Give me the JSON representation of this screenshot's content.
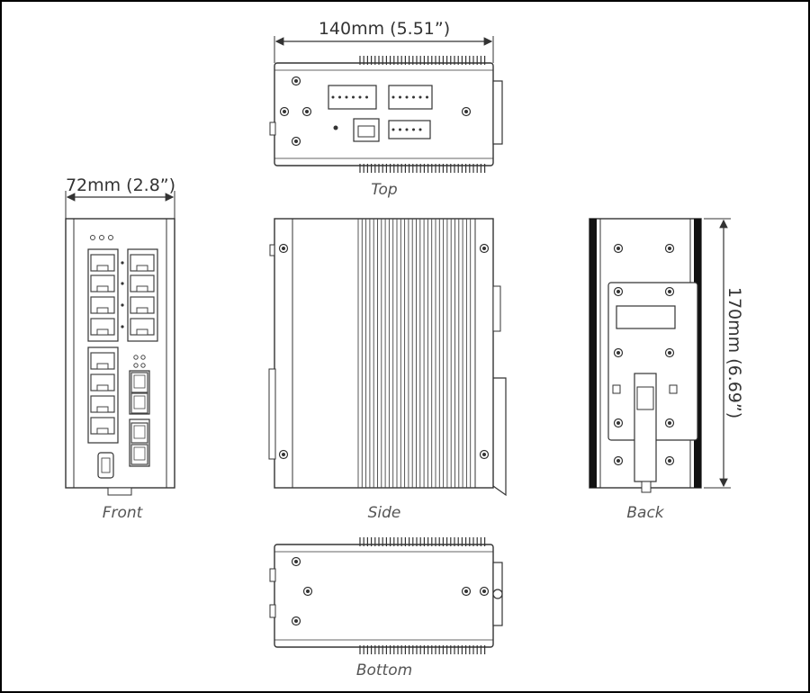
{
  "dimensions": {
    "width": "140mm (5.51”)",
    "depth": "72mm (2.8”)",
    "height": "170mm (6.69”)"
  },
  "views": {
    "top": "Top",
    "front": "Front",
    "side": "Side",
    "back": "Back",
    "bottom": "Bottom"
  },
  "colors": {
    "line": "#333333",
    "frame": "#000000",
    "background": "#ffffff"
  }
}
